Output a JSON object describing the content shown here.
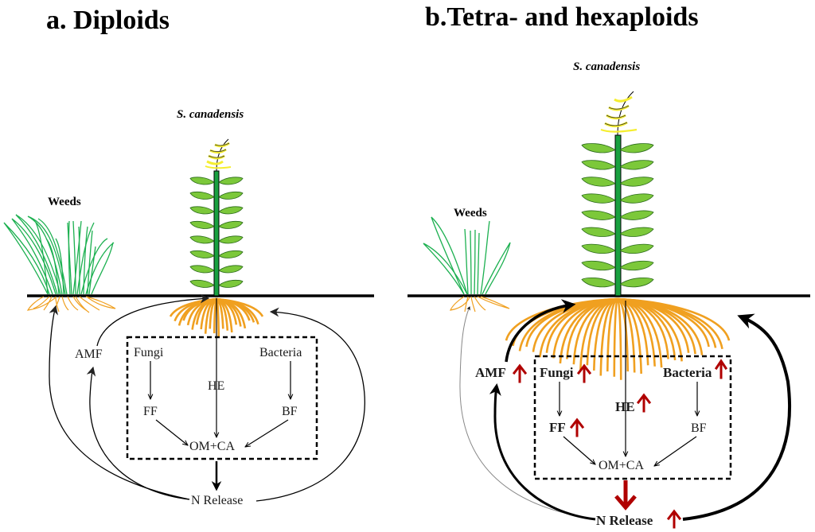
{
  "colors": {
    "increase_arrow": "#b00000",
    "root": "#f0a020",
    "weed_leaf": "#1cb050",
    "fern_leaf": "#7cc83a",
    "stem": "#19a040",
    "flower": "#f5ee30",
    "ink": "#000000"
  },
  "panels": [
    {
      "id": "a",
      "title": "a. Diploids",
      "plant_label": "S. canadensis",
      "weed_label": "Weeds",
      "nodes": {
        "amf": "AMF",
        "fungi": "Fungi",
        "bacteria": "Bacteria",
        "he": "HE",
        "ff": "FF",
        "bf": "BF",
        "om_ca": "OM+CA",
        "n_release": "N Release"
      },
      "increased": []
    },
    {
      "id": "b",
      "title": "b.Tetra- and hexaploids",
      "plant_label": "S. canadensis",
      "weed_label": "Weeds",
      "nodes": {
        "amf": "AMF",
        "fungi": "Fungi",
        "bacteria": "Bacteria",
        "he": "HE",
        "ff": "FF",
        "bf": "BF",
        "om_ca": "OM+CA",
        "n_release": "N Release"
      },
      "increased": [
        "AMF",
        "Fungi",
        "Bacteria",
        "HE",
        "FF",
        "N Release"
      ],
      "decreased_flow": "OM+CA to N Release (red arrow)"
    }
  ]
}
